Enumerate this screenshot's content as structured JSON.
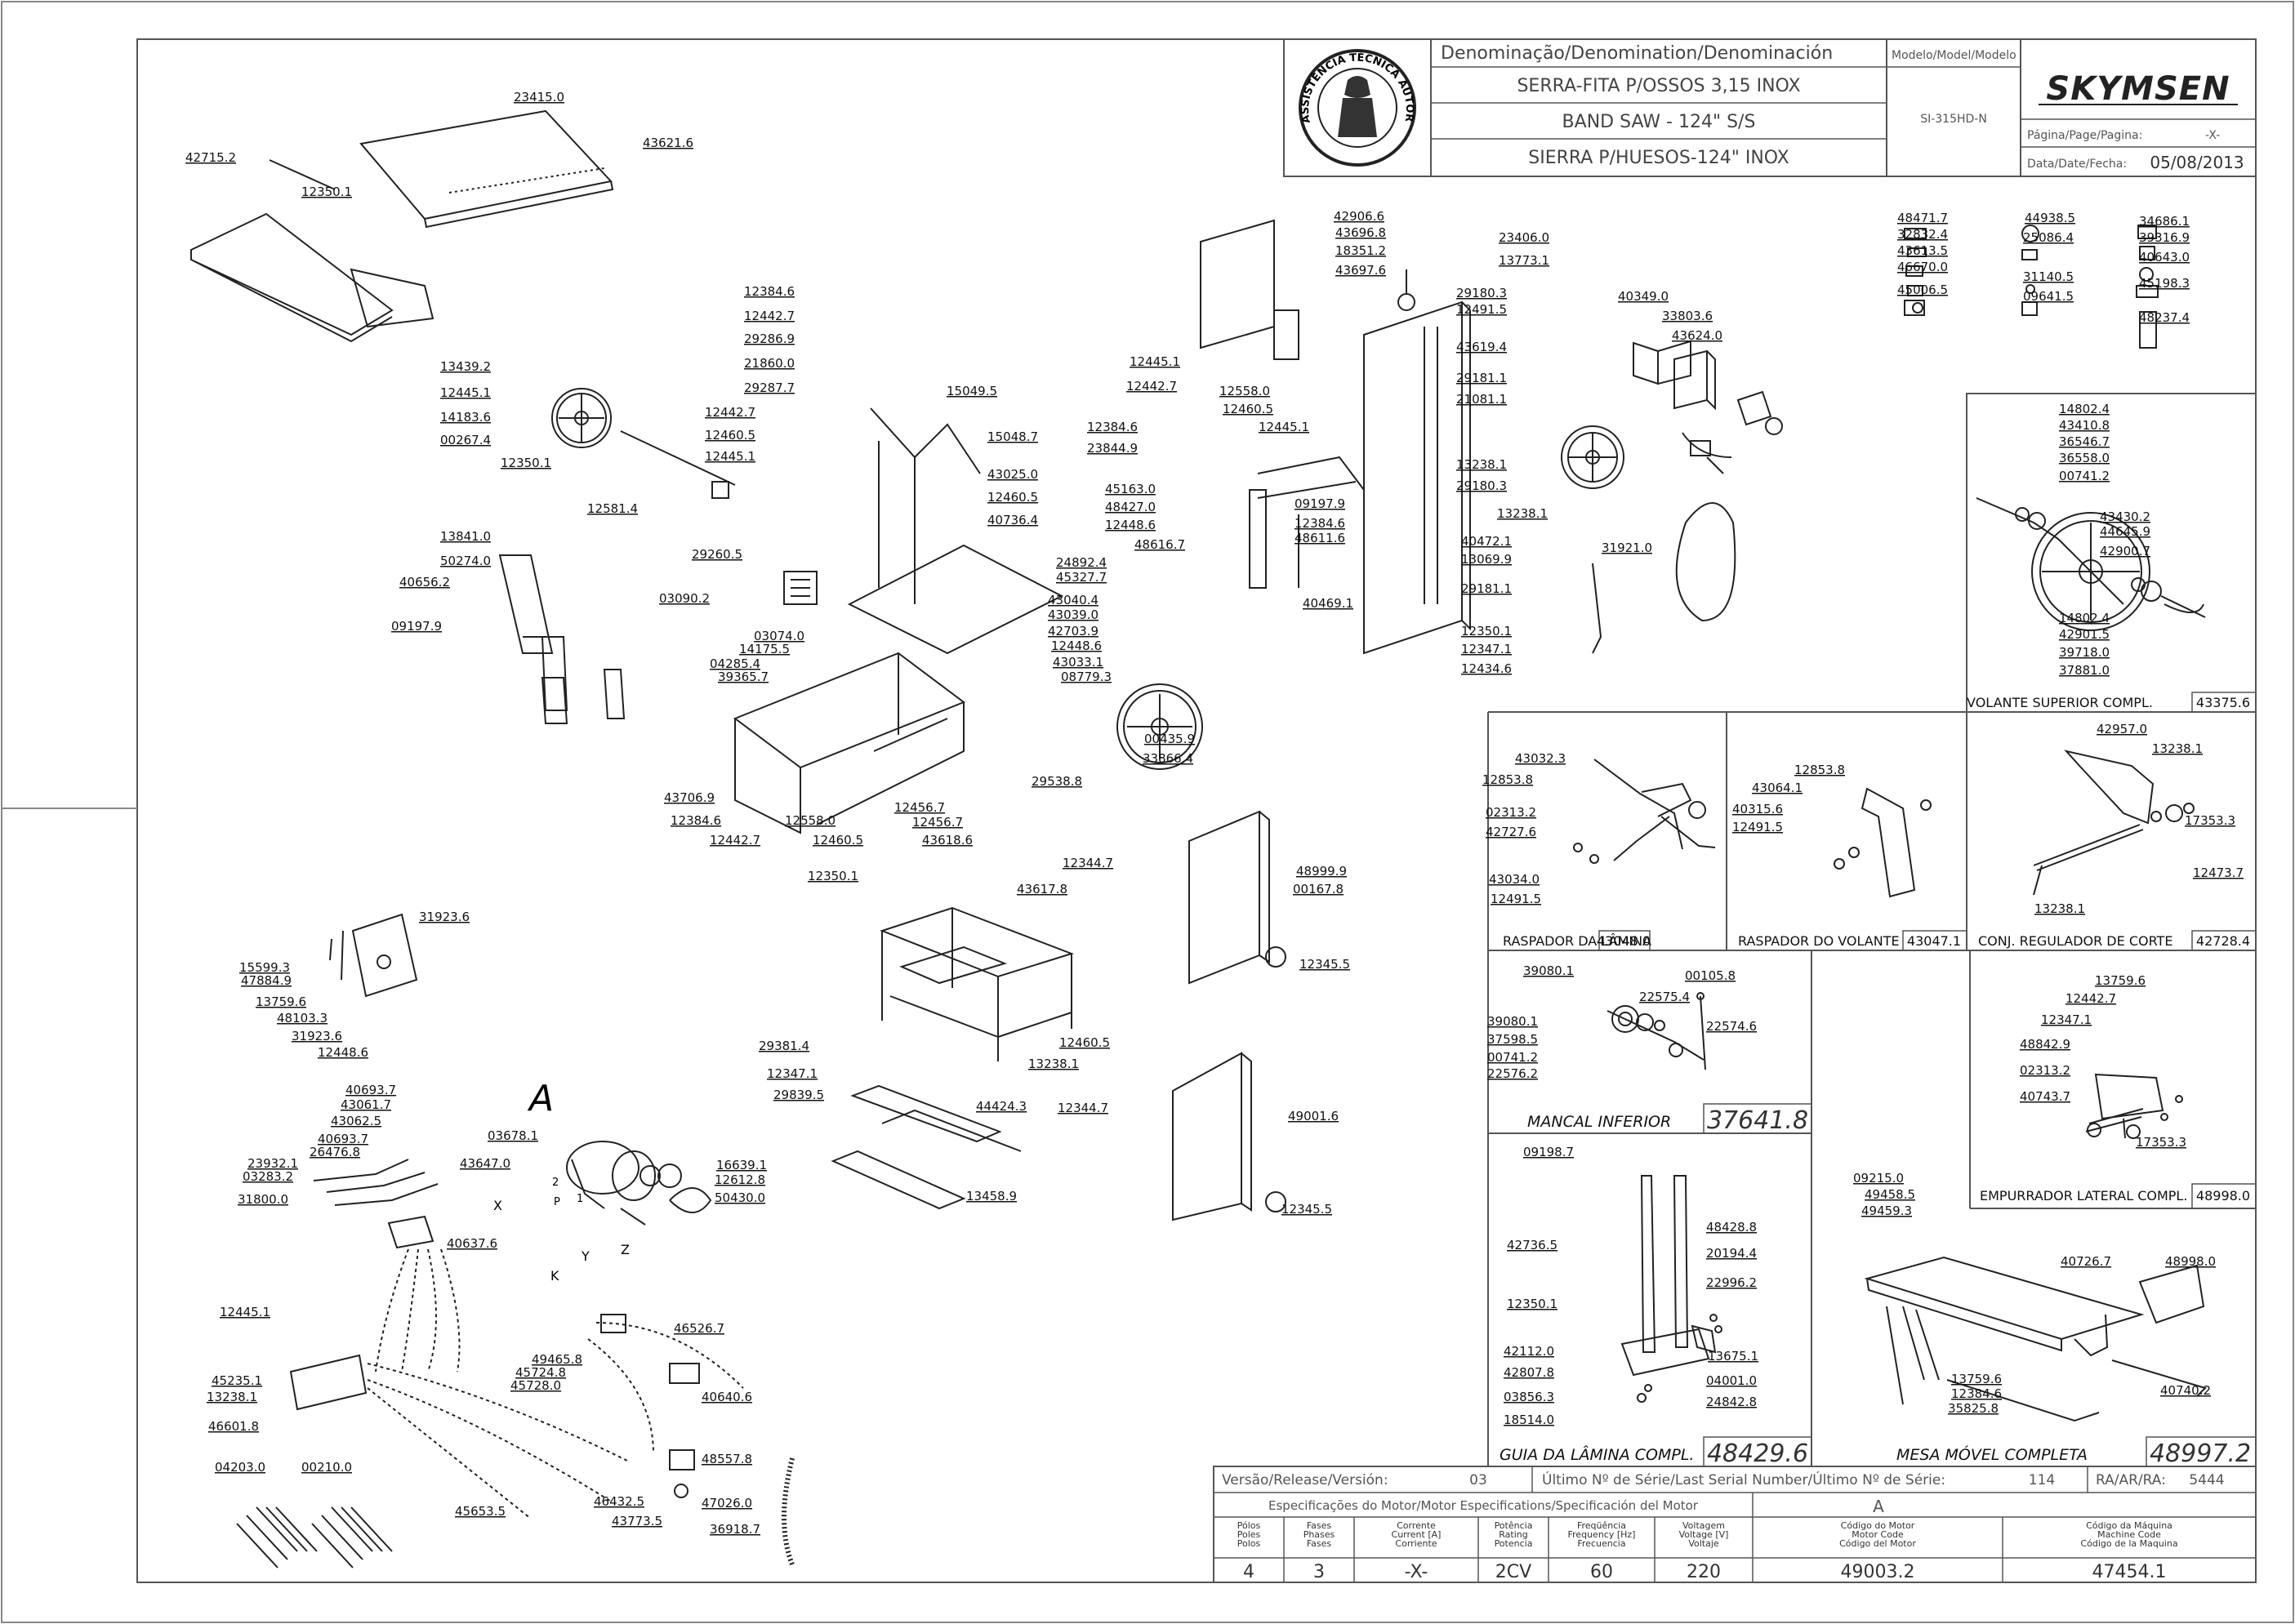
{
  "header": {
    "denomination_label": "Denominação/Denomination/Denominación",
    "model_label": "Modelo/Model/Modelo",
    "names": [
      "SERRA-FITA P/OSSOS 3,15 INOX",
      "BAND SAW - 124\" S/S",
      "SIERRA P/HUESOS-124\" INOX"
    ],
    "model": "SI-315HD-N",
    "brand": "SKYMSEN",
    "page_label": "Página/Page/Pagina:",
    "page_value": "-X-",
    "date_label": "Data/Date/Fecha:",
    "date_value": "05/08/2013",
    "seal_text": "ASSISTÊNCIA TÉCNICA AUTORIZADA"
  },
  "title_block": {
    "version_label": "Versão/Release/Versión:",
    "version_value": "03",
    "serial_label": "Último Nº de Série/Last Serial Number/Último Nº de Série:",
    "serial_value": "114",
    "ra_label": "RA/AR/RA:",
    "ra_value": "5444",
    "motor_spec_label": "Especificações do Motor/Motor Especifications/Specificación del Motor",
    "motor_letter": "A",
    "columns": [
      {
        "label": "Pólos\nPoles\nPolos",
        "value": "4"
      },
      {
        "label": "Fases\nPhases\nFases",
        "value": "3"
      },
      {
        "label": "Corrente\nCurrent [A]\nCorriente",
        "value": "-X-"
      },
      {
        "label": "Potência\nRating\nPotencia",
        "value": "2CV"
      },
      {
        "label": "Freqüência\nFrequency [Hz]\nFrecuencia",
        "value": "60"
      },
      {
        "label": "Voltagem\nVoltage [V]\nVoltaje",
        "value": "220"
      },
      {
        "label": "Código do Motor\nMotor Code\nCódigo del Motor",
        "value": "49003.2"
      },
      {
        "label": "Código da Máquina\nMachine Code\nCódigo de la Maquina",
        "value": "47454.1"
      }
    ]
  },
  "subassemblies": [
    {
      "caption": "VOLANTE SUPERIOR COMPL.",
      "code": "43375.6"
    },
    {
      "caption": "RASPADOR DA LÂMINA",
      "code": "43048.0"
    },
    {
      "caption": "RASPADOR DO VOLANTE",
      "code": "43047.1"
    },
    {
      "caption": "CONJ. REGULADOR DE CORTE",
      "code": "42728.4"
    },
    {
      "caption": "MANCAL INFERIOR",
      "code": "37641.8"
    },
    {
      "caption": "EMPURRADOR LATERAL COMPL.",
      "code": "48998.0"
    },
    {
      "caption": "GUIA DA LÂMINA COMPL.",
      "code": "48429.6"
    },
    {
      "caption": "MESA MÓVEL COMPLETA",
      "code": "48997.2"
    }
  ],
  "motor_letters": [
    "A",
    "X",
    "Y",
    "Z",
    "K",
    "P",
    "1",
    "2"
  ],
  "part_labels": [
    "23415.0",
    "43621.6",
    "42715.2",
    "12350.1",
    "13439.2",
    "12445.1",
    "14183.6",
    "00267.4",
    "12350.1",
    "12581.4",
    "13841.0",
    "50274.0",
    "40656.2",
    "09197.9",
    "12384.6",
    "12442.7",
    "29286.9",
    "21860.0",
    "29287.7",
    "12442.7",
    "12460.5",
    "12445.1",
    "15049.5",
    "15048.7",
    "43025.0",
    "12460.5",
    "40736.4",
    "29260.5",
    "03090.2",
    "24892.4",
    "45327.7",
    "43040.4",
    "43039.0",
    "42703.9",
    "12448.6",
    "43033.1",
    "08779.3",
    "03074.0",
    "14175.5",
    "04285.4",
    "39365.7",
    "00435.9",
    "33866.4",
    "43706.9",
    "12384.6",
    "12442.7",
    "12558.0",
    "12460.5",
    "12456.7",
    "12456.7",
    "43618.6",
    "29538.8",
    "42906.6",
    "43696.8",
    "18351.2",
    "43697.6",
    "12445.1",
    "12442.7",
    "12558.0",
    "12460.5",
    "12445.1",
    "23406.0",
    "13773.1",
    "29180.3",
    "12491.5",
    "43619.4",
    "29181.1",
    "21081.1",
    "12384.6",
    "23844.9",
    "45163.0",
    "48427.0",
    "12448.6",
    "48616.7",
    "09197.9",
    "12384.6",
    "48611.6",
    "13238.1",
    "29180.3",
    "13238.1",
    "40472.1",
    "13069.9",
    "40469.1",
    "29181.1",
    "12350.1",
    "12347.1",
    "12434.6",
    "40349.0",
    "33803.6",
    "43624.0",
    "31921.0",
    "48471.7",
    "32832.4",
    "43613.5",
    "46670.0",
    "45006.5",
    "44938.5",
    "25086.4",
    "31140.5",
    "09641.5",
    "34686.1",
    "39316.9",
    "40643.0",
    "45198.3",
    "48237.4",
    "14802.4",
    "43410.8",
    "36546.7",
    "36558.0",
    "00741.2",
    "43430.2",
    "44645.9",
    "42900.7",
    "14802.4",
    "42901.5",
    "39718.0",
    "37881.0",
    "43032.3",
    "12853.8",
    "43034.0",
    "12491.5",
    "12853.8",
    "43064.1",
    "40315.6",
    "12491.5",
    "42957.0",
    "13238.1",
    "02313.2",
    "42727.6",
    "17353.3",
    "12473.7",
    "13238.1",
    "12350.1",
    "43617.8",
    "12344.7",
    "48999.9",
    "00167.8",
    "12345.5",
    "29381.4",
    "12347.1",
    "29839.5",
    "12460.5",
    "13238.1",
    "44424.3",
    "13458.9",
    "12344.7",
    "49001.6",
    "12345.5",
    "39080.1",
    "00105.8",
    "22575.4",
    "39080.1",
    "37598.5",
    "00741.2",
    "22576.2",
    "22574.6",
    "13759.6",
    "12442.7",
    "12347.1",
    "48842.9",
    "02313.2",
    "40743.7",
    "17353.3",
    "09198.7",
    "48428.8",
    "42736.5",
    "20194.4",
    "22996.2",
    "12350.1",
    "13675.1",
    "42112.0",
    "42807.8",
    "04001.0",
    "03856.3",
    "24842.8",
    "18514.0",
    "09215.0",
    "49458.5",
    "49459.3",
    "40726.7",
    "48998.0",
    "13759.6",
    "12384.6",
    "35825.8",
    "40740.2",
    "31923.6",
    "15599.3",
    "47884.9",
    "13759.6",
    "48103.3",
    "31923.6",
    "12448.6",
    "40693.7",
    "43061.7",
    "43062.5",
    "40693.7",
    "26476.8",
    "23932.1",
    "03283.2",
    "31800.0",
    "43647.0",
    "40637.6",
    "03678.1",
    "16639.1",
    "12612.8",
    "50430.0",
    "12445.1",
    "45235.1",
    "13238.1",
    "46601.8",
    "49465.8",
    "45724.8",
    "45728.0",
    "46526.7",
    "40640.6",
    "48557.8",
    "47026.0",
    "45653.5",
    "46432.5",
    "43773.5",
    "36918.7",
    "04203.0",
    "00210.0"
  ]
}
